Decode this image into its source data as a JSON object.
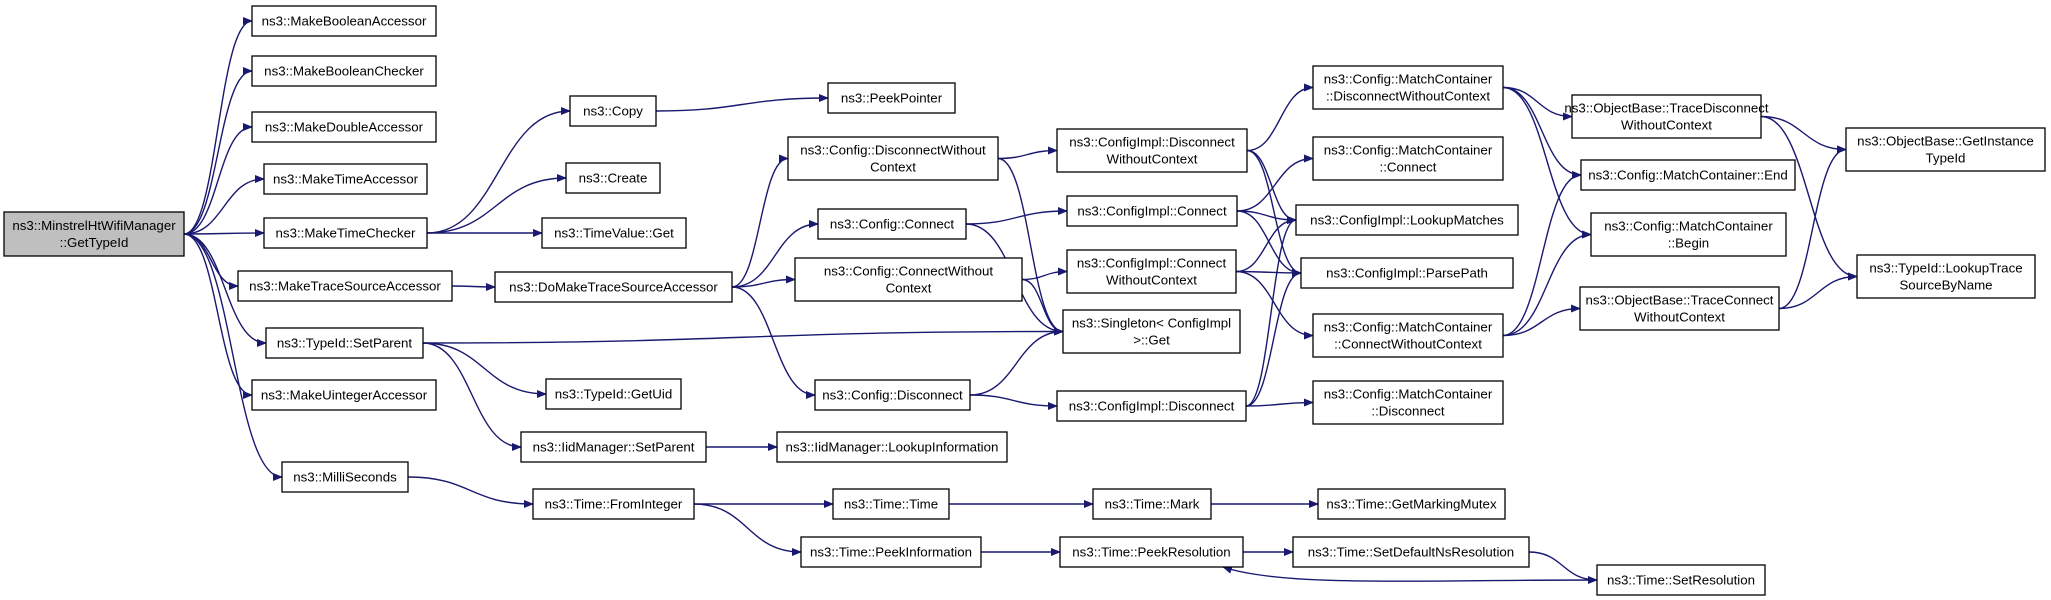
{
  "graph": {
    "edge_color": "#191970",
    "root_fill": "#bfbfbf",
    "nodes": [
      {
        "id": "root",
        "label": [
          "ns3::MinstrelHtWifiManager",
          "::GetTypeId"
        ],
        "root": true
      },
      {
        "id": "mkBoolAcc",
        "label": [
          "ns3::MakeBooleanAccessor"
        ]
      },
      {
        "id": "mkBoolChk",
        "label": [
          "ns3::MakeBooleanChecker"
        ]
      },
      {
        "id": "mkDblAcc",
        "label": [
          "ns3::MakeDoubleAccessor"
        ]
      },
      {
        "id": "mkTimeAcc",
        "label": [
          "ns3::MakeTimeAccessor"
        ]
      },
      {
        "id": "mkTimeChk",
        "label": [
          "ns3::MakeTimeChecker"
        ]
      },
      {
        "id": "mkTraceAcc",
        "label": [
          "ns3::MakeTraceSourceAccessor"
        ]
      },
      {
        "id": "tidSetParent",
        "label": [
          "ns3::TypeId::SetParent"
        ]
      },
      {
        "id": "mkUintAcc",
        "label": [
          "ns3::MakeUintegerAccessor"
        ]
      },
      {
        "id": "milli",
        "label": [
          "ns3::MilliSeconds"
        ]
      },
      {
        "id": "copy",
        "label": [
          "ns3::Copy"
        ]
      },
      {
        "id": "peekPtr",
        "label": [
          "ns3::PeekPointer"
        ]
      },
      {
        "id": "create",
        "label": [
          "ns3::Create"
        ]
      },
      {
        "id": "tvGet",
        "label": [
          "ns3::TimeValue::Get"
        ]
      },
      {
        "id": "doMkTrace",
        "label": [
          "ns3::DoMakeTraceSourceAccessor"
        ]
      },
      {
        "id": "tidGetUid",
        "label": [
          "ns3::TypeId::GetUid"
        ]
      },
      {
        "id": "iidSetParent",
        "label": [
          "ns3::IidManager::SetParent"
        ]
      },
      {
        "id": "iidLookup",
        "label": [
          "ns3::IidManager::LookupInformation"
        ]
      },
      {
        "id": "fromInt",
        "label": [
          "ns3::Time::FromInteger"
        ]
      },
      {
        "id": "timeTime",
        "label": [
          "ns3::Time::Time"
        ]
      },
      {
        "id": "peekInfo",
        "label": [
          "ns3::Time::PeekInformation"
        ]
      },
      {
        "id": "timeMark",
        "label": [
          "ns3::Time::Mark"
        ]
      },
      {
        "id": "getMutex",
        "label": [
          "ns3::Time::GetMarkingMutex"
        ]
      },
      {
        "id": "peekRes",
        "label": [
          "ns3::Time::PeekResolution"
        ]
      },
      {
        "id": "setDefRes",
        "label": [
          "ns3::Time::SetDefaultNsResolution"
        ]
      },
      {
        "id": "setRes",
        "label": [
          "ns3::Time::SetResolution"
        ]
      },
      {
        "id": "cfgDiscWo",
        "label": [
          "ns3::Config::DisconnectWithout",
          "Context"
        ]
      },
      {
        "id": "cfgConnect",
        "label": [
          "ns3::Config::Connect"
        ]
      },
      {
        "id": "cfgConnWo",
        "label": [
          "ns3::Config::ConnectWithout",
          "Context"
        ]
      },
      {
        "id": "cfgDisc",
        "label": [
          "ns3::Config::Disconnect"
        ]
      },
      {
        "id": "implDiscWo",
        "label": [
          "ns3::ConfigImpl::Disconnect",
          "WithoutContext"
        ]
      },
      {
        "id": "implConnect",
        "label": [
          "ns3::ConfigImpl::Connect"
        ]
      },
      {
        "id": "implConnWo",
        "label": [
          "ns3::ConfigImpl::Connect",
          "WithoutContext"
        ]
      },
      {
        "id": "singleton",
        "label": [
          "ns3::Singleton< ConfigImpl",
          ">::Get"
        ]
      },
      {
        "id": "implDisc",
        "label": [
          "ns3::ConfigImpl::Disconnect"
        ]
      },
      {
        "id": "mcDiscWo",
        "label": [
          "ns3::Config::MatchContainer",
          "::DisconnectWithoutContext"
        ]
      },
      {
        "id": "mcConnect",
        "label": [
          "ns3::Config::MatchContainer",
          "::Connect"
        ]
      },
      {
        "id": "lookupMatches",
        "label": [
          "ns3::ConfigImpl::LookupMatches"
        ]
      },
      {
        "id": "parsePath",
        "label": [
          "ns3::ConfigImpl::ParsePath"
        ]
      },
      {
        "id": "mcConnWo",
        "label": [
          "ns3::Config::MatchContainer",
          "::ConnectWithoutContext"
        ]
      },
      {
        "id": "mcDisc",
        "label": [
          "ns3::Config::MatchContainer",
          "::Disconnect"
        ]
      },
      {
        "id": "obTraceDiscWo",
        "label": [
          "ns3::ObjectBase::TraceDisconnect",
          "WithoutContext"
        ]
      },
      {
        "id": "mcEnd",
        "label": [
          "ns3::Config::MatchContainer::End"
        ]
      },
      {
        "id": "mcBegin",
        "label": [
          "ns3::Config::MatchContainer",
          "::Begin"
        ]
      },
      {
        "id": "obTraceConnWo",
        "label": [
          "ns3::ObjectBase::TraceConnect",
          "WithoutContext"
        ]
      },
      {
        "id": "obGetInst",
        "label": [
          "ns3::ObjectBase::GetInstance",
          "TypeId"
        ]
      },
      {
        "id": "tidLookupTrace",
        "label": [
          "ns3::TypeId::LookupTrace",
          "SourceByName"
        ]
      }
    ],
    "edges": [
      [
        "root",
        "mkBoolAcc"
      ],
      [
        "root",
        "mkBoolChk"
      ],
      [
        "root",
        "mkDblAcc"
      ],
      [
        "root",
        "mkTimeAcc"
      ],
      [
        "root",
        "mkTimeChk"
      ],
      [
        "root",
        "mkTraceAcc"
      ],
      [
        "root",
        "tidSetParent"
      ],
      [
        "root",
        "mkUintAcc"
      ],
      [
        "root",
        "milli"
      ],
      [
        "mkTimeChk",
        "copy"
      ],
      [
        "mkTimeChk",
        "create"
      ],
      [
        "mkTimeChk",
        "tvGet"
      ],
      [
        "copy",
        "peekPtr"
      ],
      [
        "mkTraceAcc",
        "doMkTrace"
      ],
      [
        "doMkTrace",
        "cfgDiscWo"
      ],
      [
        "doMkTrace",
        "cfgConnect"
      ],
      [
        "doMkTrace",
        "cfgConnWo"
      ],
      [
        "doMkTrace",
        "cfgDisc"
      ],
      [
        "tidSetParent",
        "singleton"
      ],
      [
        "tidSetParent",
        "tidGetUid"
      ],
      [
        "tidSetParent",
        "iidSetParent"
      ],
      [
        "iidSetParent",
        "iidLookup"
      ],
      [
        "milli",
        "fromInt"
      ],
      [
        "fromInt",
        "timeTime"
      ],
      [
        "fromInt",
        "peekInfo"
      ],
      [
        "timeTime",
        "timeMark"
      ],
      [
        "timeMark",
        "getMutex"
      ],
      [
        "peekInfo",
        "peekRes"
      ],
      [
        "peekRes",
        "setDefRes"
      ],
      [
        "setDefRes",
        "setRes"
      ],
      [
        "setRes",
        "peekRes"
      ],
      [
        "cfgDiscWo",
        "implDiscWo"
      ],
      [
        "cfgDiscWo",
        "singleton"
      ],
      [
        "cfgConnect",
        "implConnect"
      ],
      [
        "cfgConnect",
        "singleton"
      ],
      [
        "cfgConnWo",
        "implConnWo"
      ],
      [
        "cfgConnWo",
        "singleton"
      ],
      [
        "cfgDisc",
        "implDisc"
      ],
      [
        "cfgDisc",
        "singleton"
      ],
      [
        "implDiscWo",
        "mcDiscWo"
      ],
      [
        "implDiscWo",
        "lookupMatches"
      ],
      [
        "implDiscWo",
        "parsePath"
      ],
      [
        "implConnect",
        "mcConnect"
      ],
      [
        "implConnect",
        "lookupMatches"
      ],
      [
        "implConnect",
        "parsePath"
      ],
      [
        "implConnWo",
        "mcConnWo"
      ],
      [
        "implConnWo",
        "lookupMatches"
      ],
      [
        "implConnWo",
        "parsePath"
      ],
      [
        "implDisc",
        "mcDisc"
      ],
      [
        "implDisc",
        "lookupMatches"
      ],
      [
        "implDisc",
        "parsePath"
      ],
      [
        "mcDiscWo",
        "obTraceDiscWo"
      ],
      [
        "mcDiscWo",
        "mcEnd"
      ],
      [
        "mcDiscWo",
        "mcBegin"
      ],
      [
        "mcConnWo",
        "obTraceConnWo"
      ],
      [
        "mcConnWo",
        "mcEnd"
      ],
      [
        "mcConnWo",
        "mcBegin"
      ],
      [
        "obTraceDiscWo",
        "obGetInst"
      ],
      [
        "obTraceDiscWo",
        "tidLookupTrace"
      ],
      [
        "obTraceConnWo",
        "obGetInst"
      ],
      [
        "obTraceConnWo",
        "tidLookupTrace"
      ]
    ]
  }
}
